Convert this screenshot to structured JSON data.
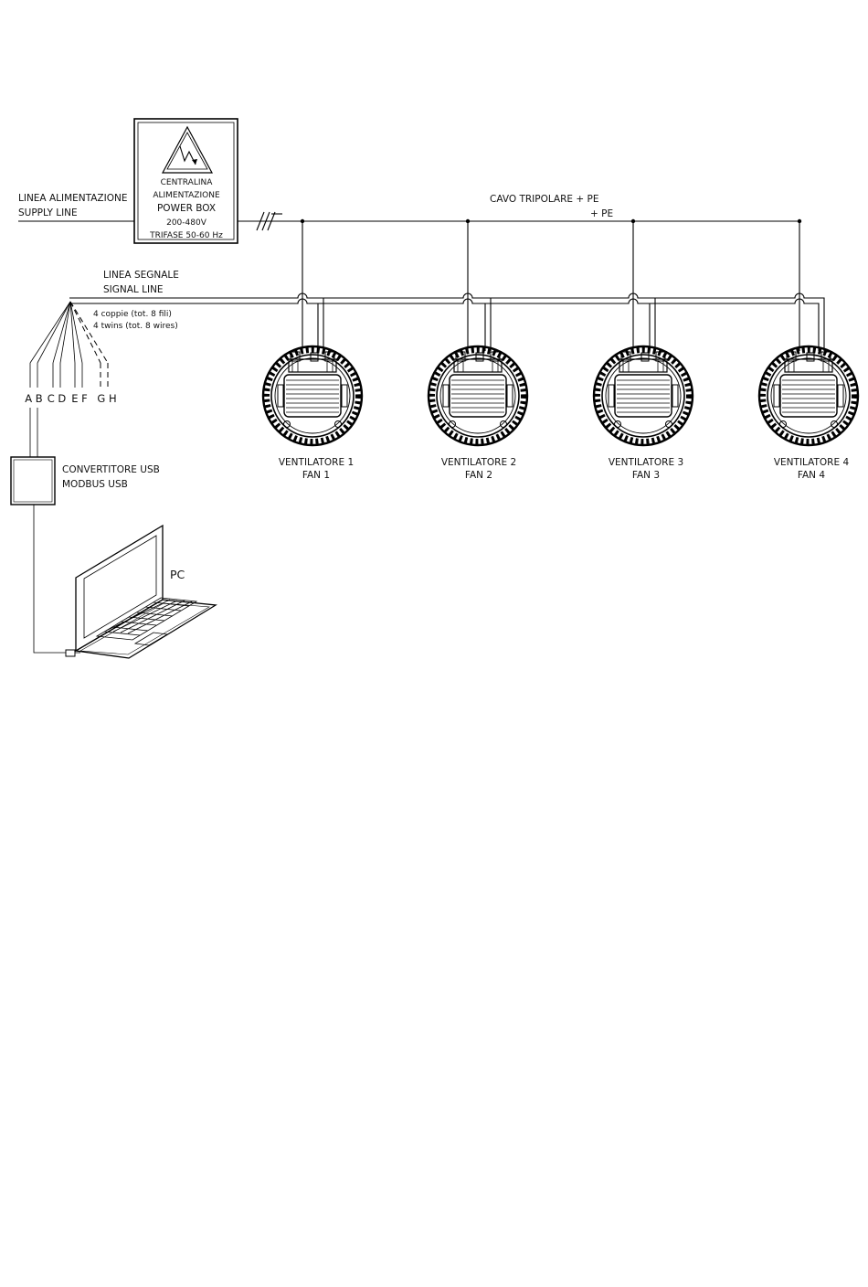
{
  "supply_line": {
    "line1": "LINEA ALIMENTAZIONE",
    "line2": "SUPPLY LINE"
  },
  "power_box": {
    "line1": "CENTRALINA",
    "line2": "ALIMENTAZIONE",
    "line3": "POWER BOX",
    "line4": "200-480V",
    "line5": "TRIFASE 50-60 Hz",
    "warning_icon": "high-voltage-warning-icon"
  },
  "power_cable": {
    "line1": "CAVO TRIPOLARE + PE",
    "line2": "+ PE"
  },
  "signal_line": {
    "line1": "LINEA SEGNALE",
    "line2": "SIGNAL LINE",
    "pairs_it": "4 coppie (tot. 8 fili)",
    "pairs_en": "4 twins (tot. 8 wires)"
  },
  "wire_pairs": [
    "A B",
    "C D",
    "E F",
    "G H"
  ],
  "converter": {
    "line1": "CONVERTITORE USB",
    "line2": "MODBUS USB"
  },
  "pc": {
    "label": "PC",
    "icon": "laptop-icon"
  },
  "fans": [
    {
      "line1": "VENTILATORE 1",
      "line2": "FAN 1"
    },
    {
      "line1": "VENTILATORE 2",
      "line2": "FAN 2"
    },
    {
      "line1": "VENTILATORE 3",
      "line2": "FAN 3"
    },
    {
      "line1": "VENTILATORE 4",
      "line2": "FAN 4"
    }
  ]
}
